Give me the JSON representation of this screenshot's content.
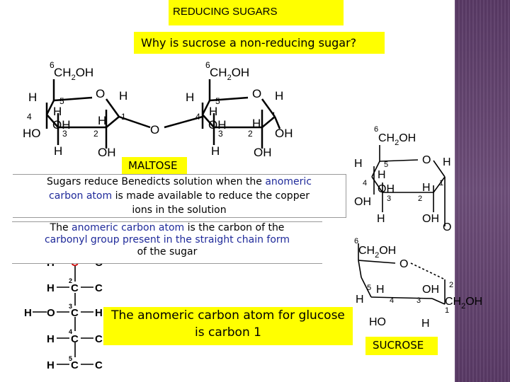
{
  "slide": {
    "title": "REDUCING SUGARS",
    "question": "Why is sucrose a non-reducing sugar?",
    "maltose_label": "MALTOSE",
    "sucrose_label": "SUCROSE",
    "para1": {
      "line1_a": "Sugars reduce Benedicts solution when the ",
      "line1_b": "anomeric",
      "line2_a": "carbon atom",
      "line2_b": " is made available to reduce the copper",
      "line3": "ions in the solution"
    },
    "para2": {
      "line1_a": "The ",
      "line1_b": "anomeric carbon atom",
      "line1_c": " is the carbon of the",
      "line2_a": "carbonyl group",
      "line2_b": " present in the straight chain form",
      "line3": "of the sugar"
    },
    "glucose_note": {
      "line1": "The anomeric carbon atom for glucose",
      "line2": "is carbon 1"
    }
  },
  "colors": {
    "highlight": "#ffff00",
    "side_band": "#5a3a66",
    "accent_blue": "#1f2a9a",
    "red_carbon": "#cc0000"
  },
  "labels": {
    "ch2oh": "CH2OH",
    "six": "6",
    "five": "5",
    "four": "4",
    "three": "3",
    "two": "2",
    "one": "1",
    "H": "H",
    "O": "O",
    "OH": "OH",
    "HO": "HO",
    "C": "C"
  }
}
